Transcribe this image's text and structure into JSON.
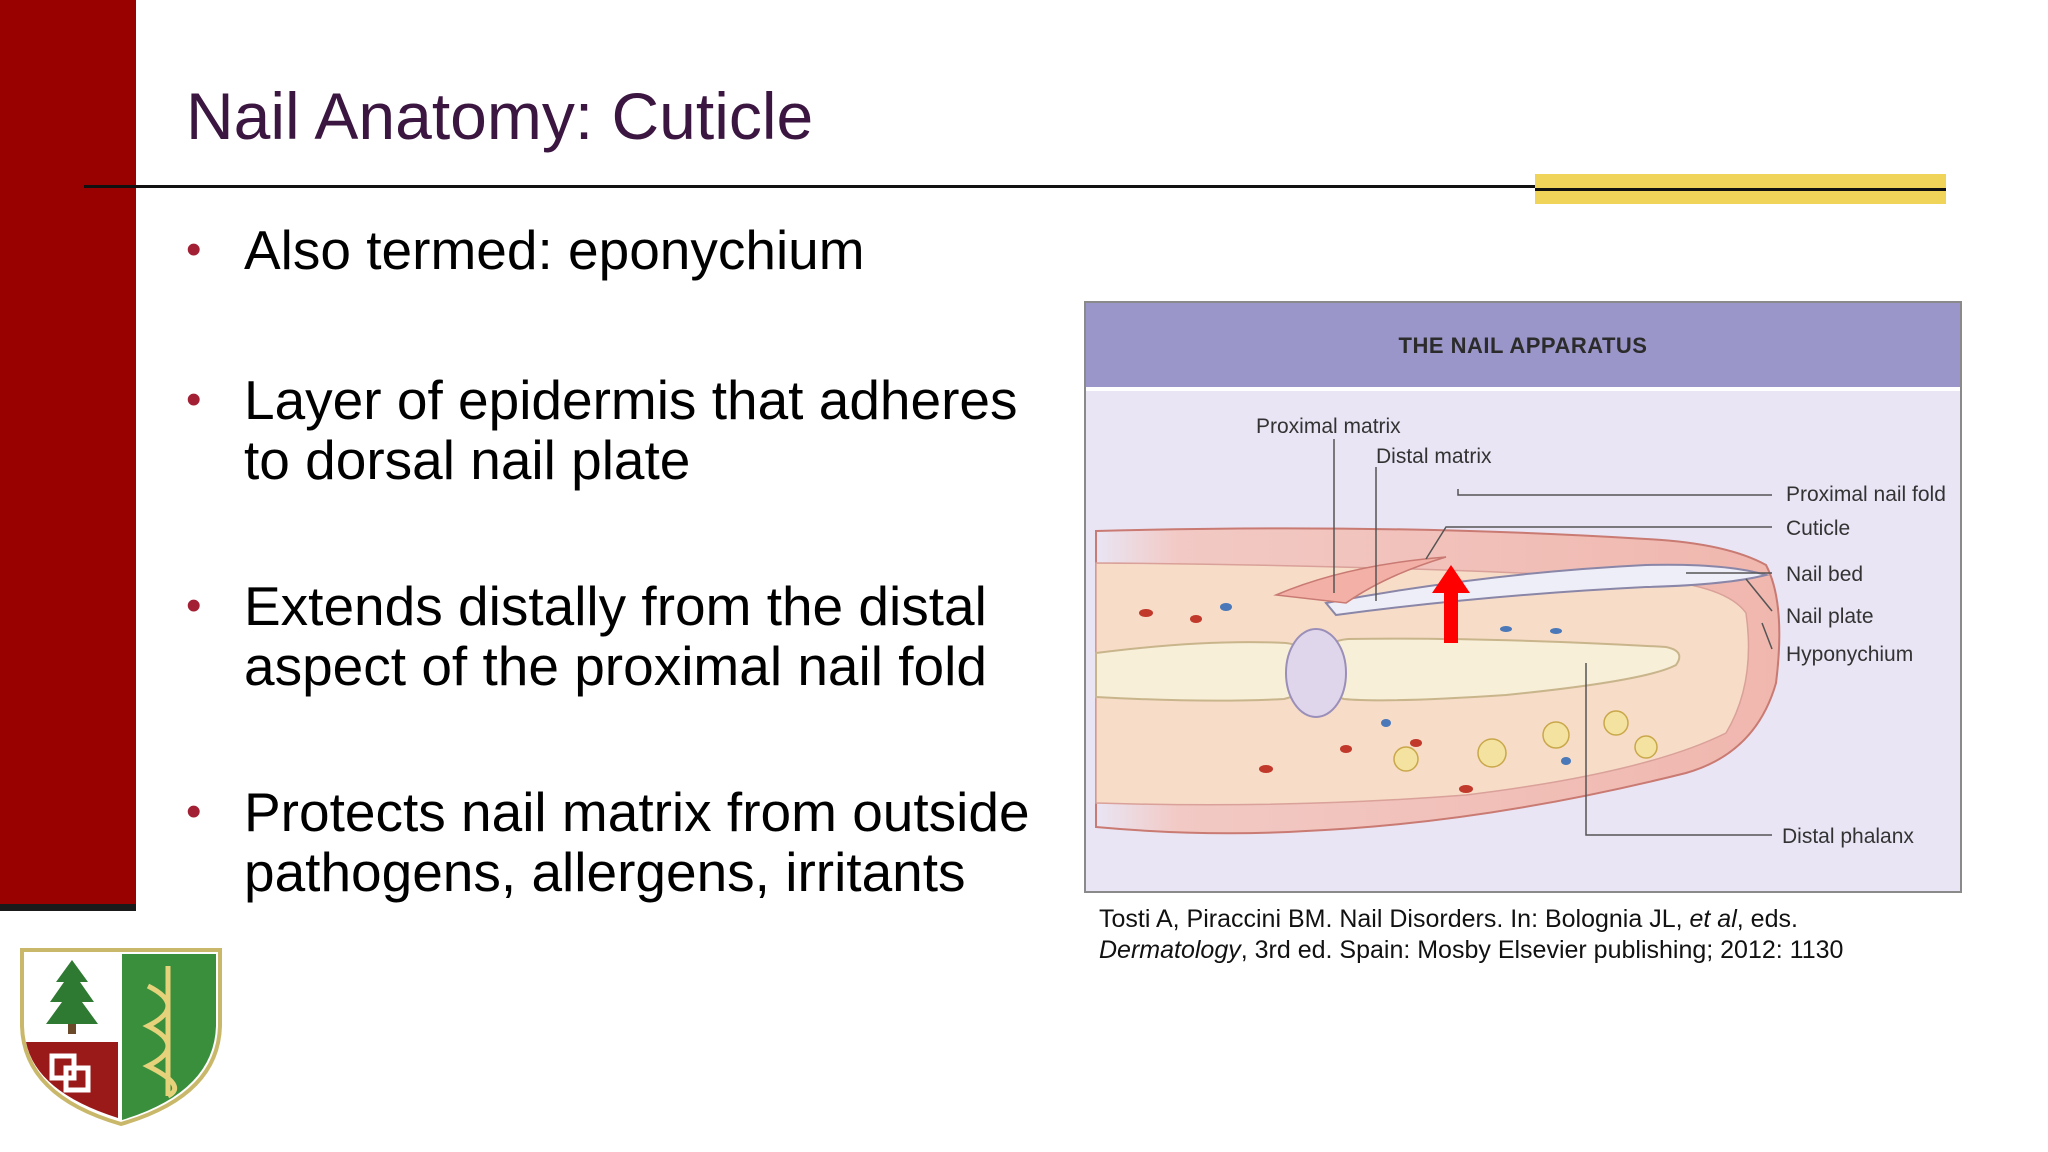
{
  "slide": {
    "title": "Nail Anatomy: Cuticle",
    "bullets": [
      {
        "text": "Also termed: eponychium"
      },
      {
        "text": "Layer of epidermis that adheres to dorsal nail plate"
      },
      {
        "text": "Extends distally from the distal aspect of the proximal nail fold"
      },
      {
        "text": "Protects nail matrix from outside pathogens, allergens, irritants"
      }
    ]
  },
  "figure": {
    "title": "THE NAIL APPARATUS",
    "labels": {
      "proximal_matrix": "Proximal matrix",
      "distal_matrix": "Distal matrix",
      "proximal_nail_fold": "Proximal nail fold",
      "cuticle": "Cuticle",
      "nail_bed": "Nail bed",
      "nail_plate": "Nail plate",
      "hyponychium": "Hyponychium",
      "distal_phalanx": "Distal phalanx"
    }
  },
  "citation": {
    "line1": "Tosti A, Piraccini BM. Nail Disorders. In: Bolognia JL, ",
    "line1_italic": "et al",
    "line1_end": ", eds.",
    "line2_italic": "Dermatology",
    "line2": ", 3rd ed. Spain: Mosby Elsevier publishing; 2012: 1130"
  },
  "colors": {
    "sidebar": "#990000",
    "title": "#3b1640",
    "bullet_dot": "#a31f34",
    "accent": "#f0d45a",
    "figure_header": "#9b96c9"
  }
}
